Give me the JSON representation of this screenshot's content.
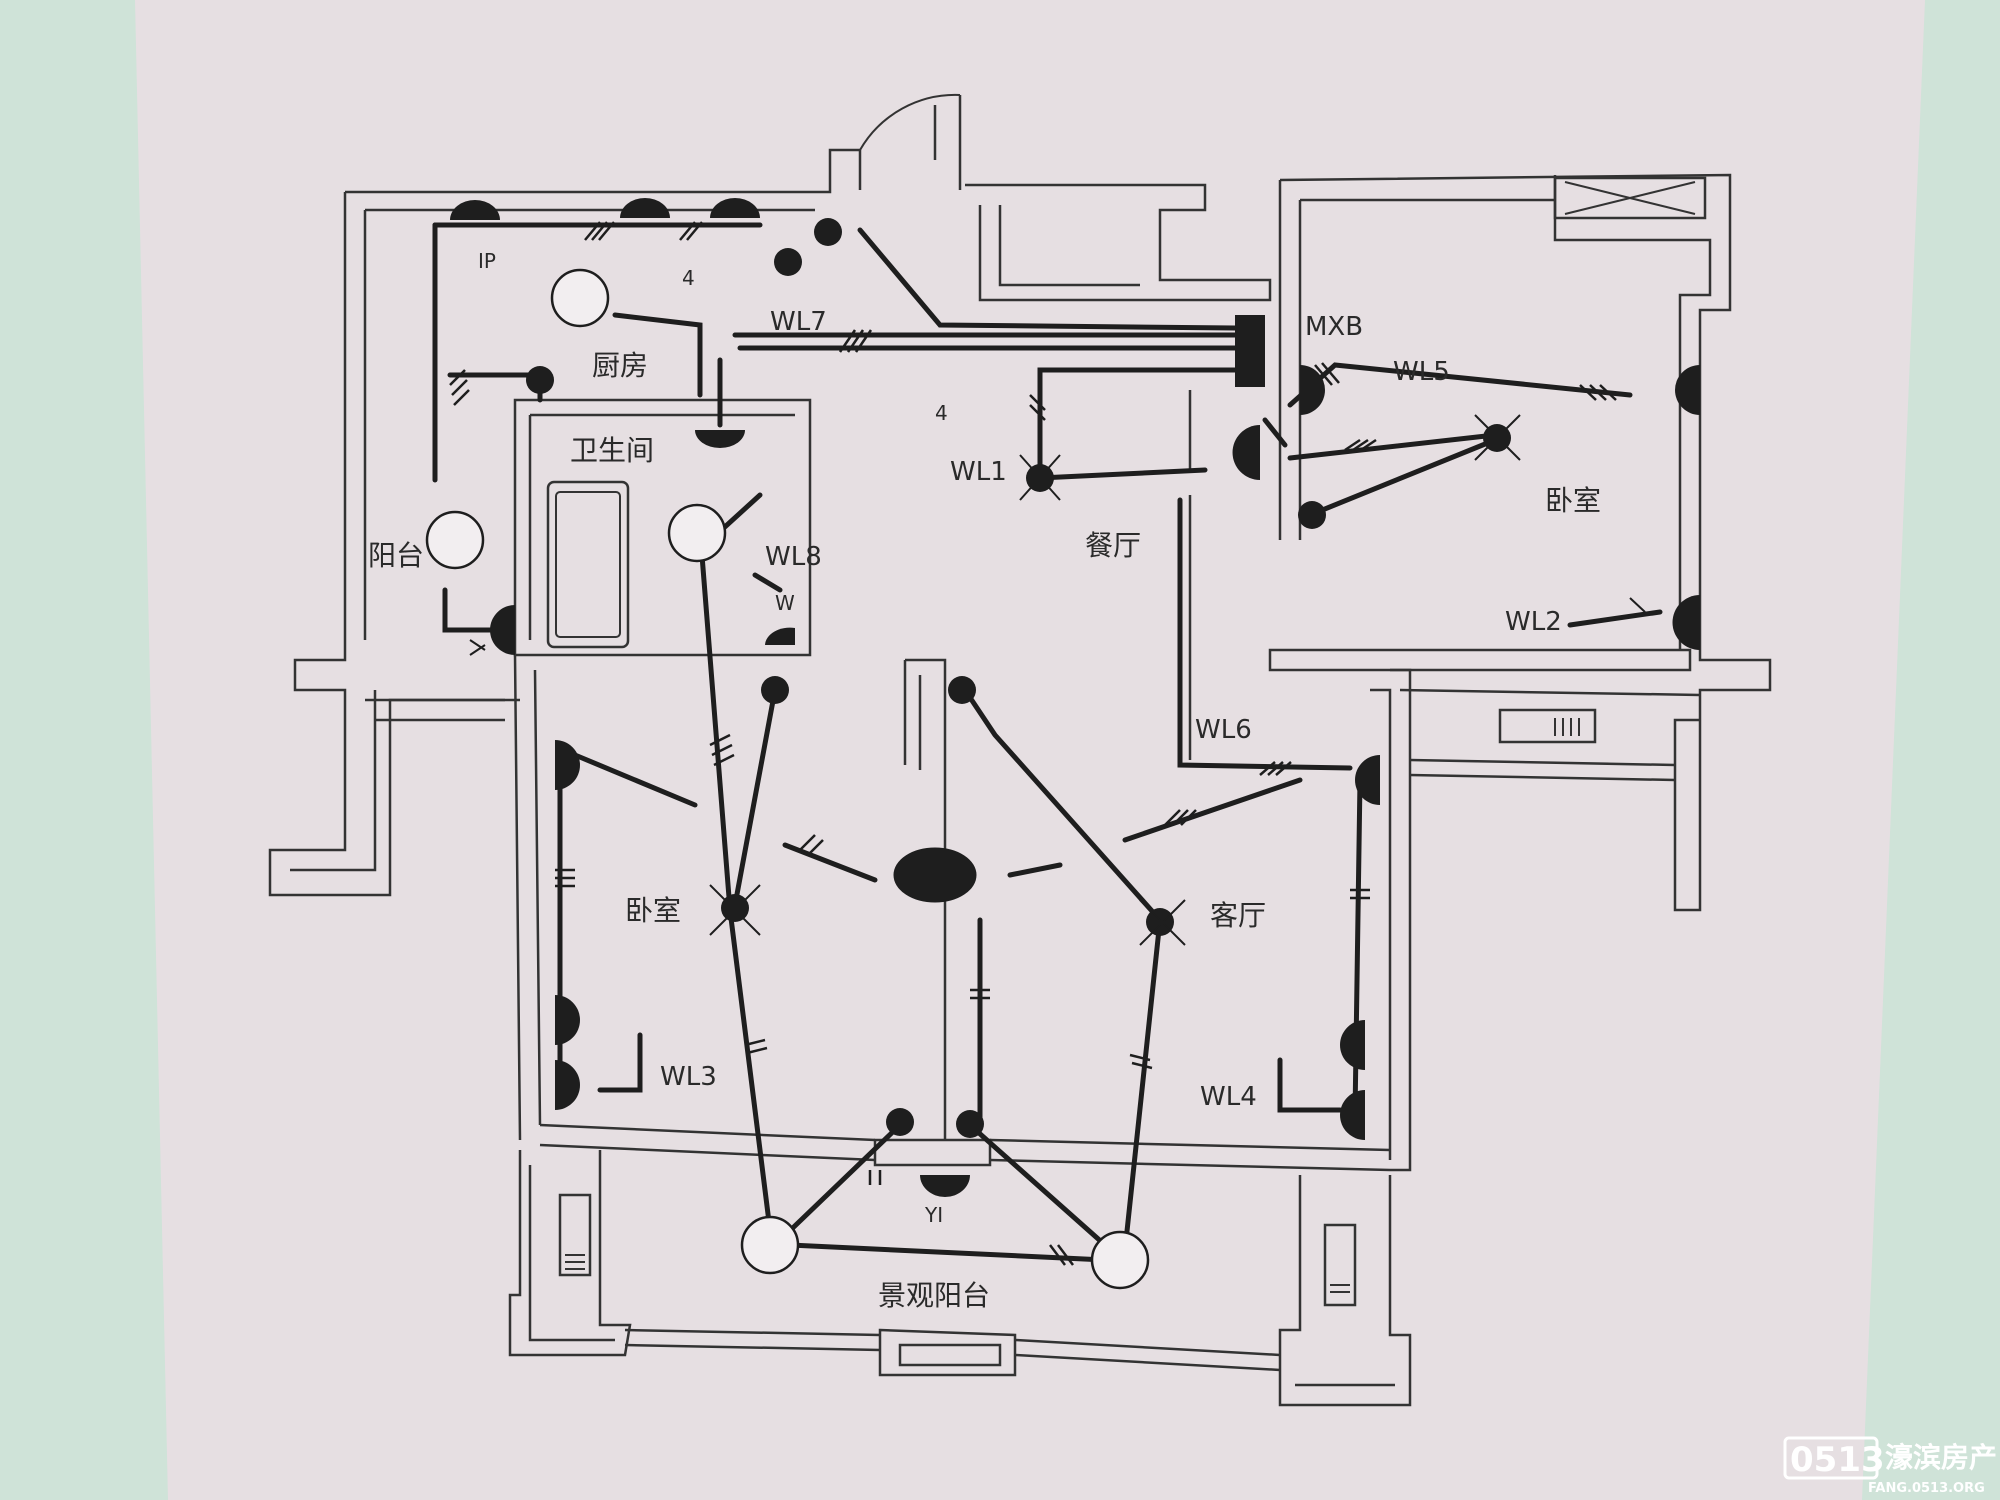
{
  "colors": {
    "background": "#cfe3d8",
    "paper": "#e6dfe2",
    "wall": "#333333",
    "wire": "#1e1e1e",
    "watermark": "#ffffff"
  },
  "labels": {
    "kitchen": "厨房",
    "bathroom": "卫生间",
    "balcony_left": "阳台",
    "dining": "餐厅",
    "bedroom_right": "卧室",
    "bedroom_left": "卧室",
    "living": "客厅",
    "view_balcony": "景观阳台",
    "panel": "MXB"
  },
  "circuits": {
    "wl1": "WL1",
    "wl2": "WL2",
    "wl3": "WL3",
    "wl4": "WL4",
    "wl5": "WL5",
    "wl6": "WL6",
    "wl7": "WL7",
    "wl8": "WL8"
  },
  "marks": {
    "four_a": "4",
    "four_b": "4",
    "ip": "IP",
    "w": "W",
    "yi": "YI"
  },
  "watermark": {
    "logo": "0513",
    "name": "濠滨房产",
    "url": "FANG.0513.ORG"
  },
  "icons": [
    "ceiling-light-icon",
    "wall-lamp-icon",
    "outlet-dot-icon",
    "distribution-panel-icon",
    "bathtub-icon",
    "air-conditioner-icon"
  ]
}
